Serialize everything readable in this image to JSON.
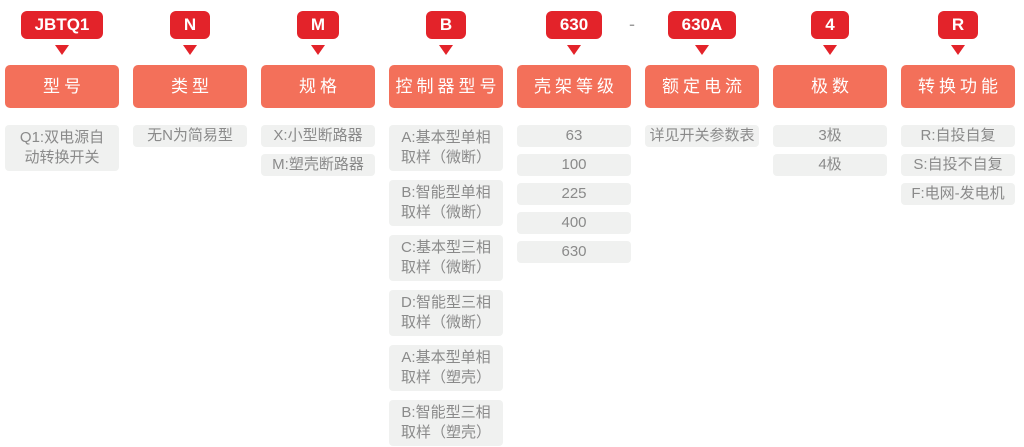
{
  "colors": {
    "badge_red": "#e3232a",
    "header_salmon": "#f3705a",
    "box_gray": "#f0f1f0",
    "box_text_gray": "#8a8a8a"
  },
  "separator": "-",
  "columns": [
    {
      "code": "JBTQ1",
      "header": "型号",
      "items": [
        "Q1:双电源自\n动转换开关"
      ]
    },
    {
      "code": "N",
      "header": "类型",
      "items": [
        "无N为简易型"
      ]
    },
    {
      "code": "M",
      "header": "规格",
      "items": [
        "X:小型断路器",
        "M:塑壳断路器"
      ]
    },
    {
      "code": "B",
      "header": "控制器型号",
      "items": [
        "A:基本型单相\n取样（微断）",
        "B:智能型单相\n取样（微断）",
        "C:基本型三相\n取样（微断）",
        "D:智能型三相\n取样（微断）",
        "A:基本型单相\n取样（塑壳）",
        "B:智能型三相\n取样（塑壳）"
      ]
    },
    {
      "code": "630",
      "header": "壳架等级",
      "items": [
        "63",
        "100",
        "225",
        "400",
        "630"
      ]
    },
    {
      "code": "630A",
      "header": "额定电流",
      "items": [
        "详见开关参数表"
      ]
    },
    {
      "code": "4",
      "header": "极数",
      "items": [
        "3极",
        "4极"
      ]
    },
    {
      "code": "R",
      "header": "转换功能",
      "items": [
        "R:自投自复",
        "S:自投不自复",
        "F:电网-发电机"
      ]
    }
  ]
}
